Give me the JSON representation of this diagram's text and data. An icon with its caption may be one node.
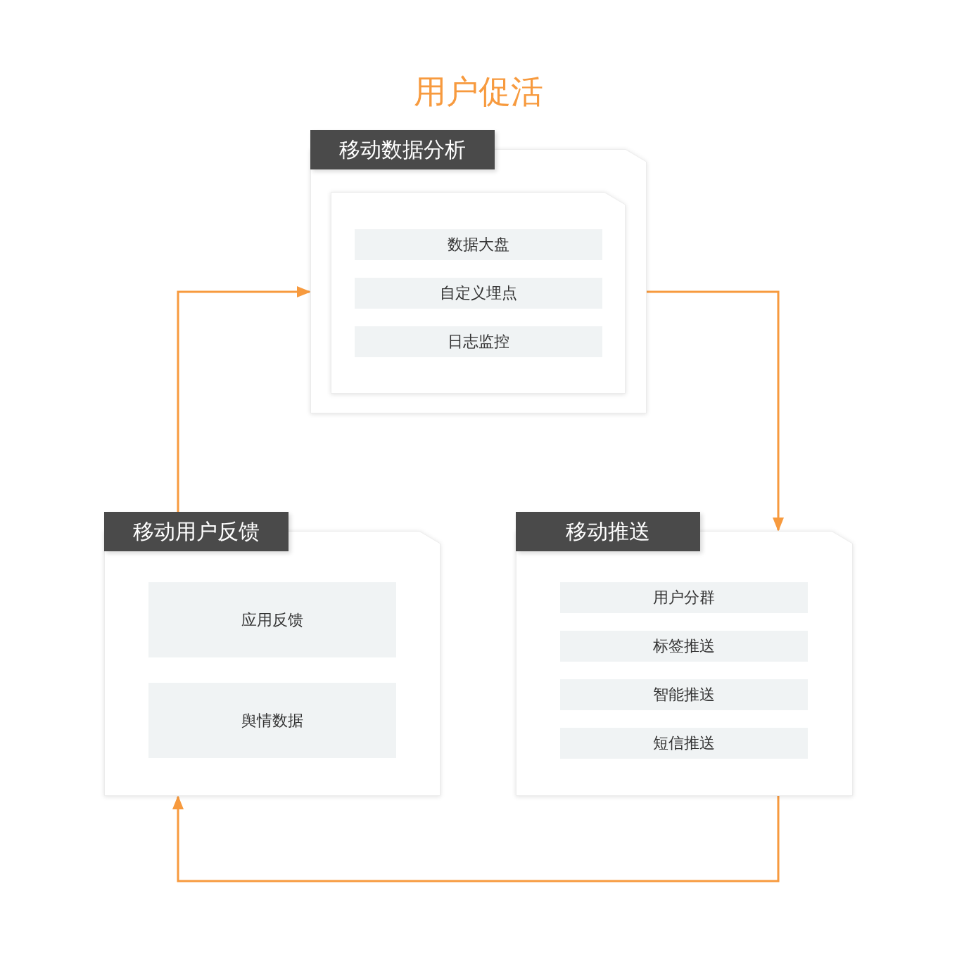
{
  "diagram": {
    "title": "用户促活",
    "nodes": [
      {
        "text": [
          "移动数据分析"
        ]
      },
      {
        "text": [],
        "shape": "box",
        "in": 0
      },
      {
        "text": [
          "数据大盘"
        ],
        "in": 1
      },
      {
        "text": [
          "自定义埋点"
        ],
        "in": 1
      },
      {
        "text": [
          "日志监控"
        ],
        "in": 1
      },
      {
        "text": [
          "移动用户反馈"
        ]
      },
      {
        "text": [
          "应用反馈"
        ],
        "in": 5
      },
      {
        "text": [
          "舆情数据"
        ],
        "in": 5
      },
      {
        "text": [
          "移动推送"
        ]
      },
      {
        "text": [
          "用户分群"
        ],
        "in": 8
      },
      {
        "text": [
          "标签推送"
        ],
        "in": 8
      },
      {
        "text": [
          "智能推送"
        ],
        "in": 8
      },
      {
        "text": [
          "短信推送"
        ],
        "in": 8
      }
    ],
    "edges": [
      {
        "from": 5,
        "to": 0,
        "arrow": "to"
      },
      {
        "from": 0,
        "to": 8,
        "arrow": "to"
      },
      {
        "from": 8,
        "to": 5,
        "arrow": "to"
      }
    ]
  }
}
